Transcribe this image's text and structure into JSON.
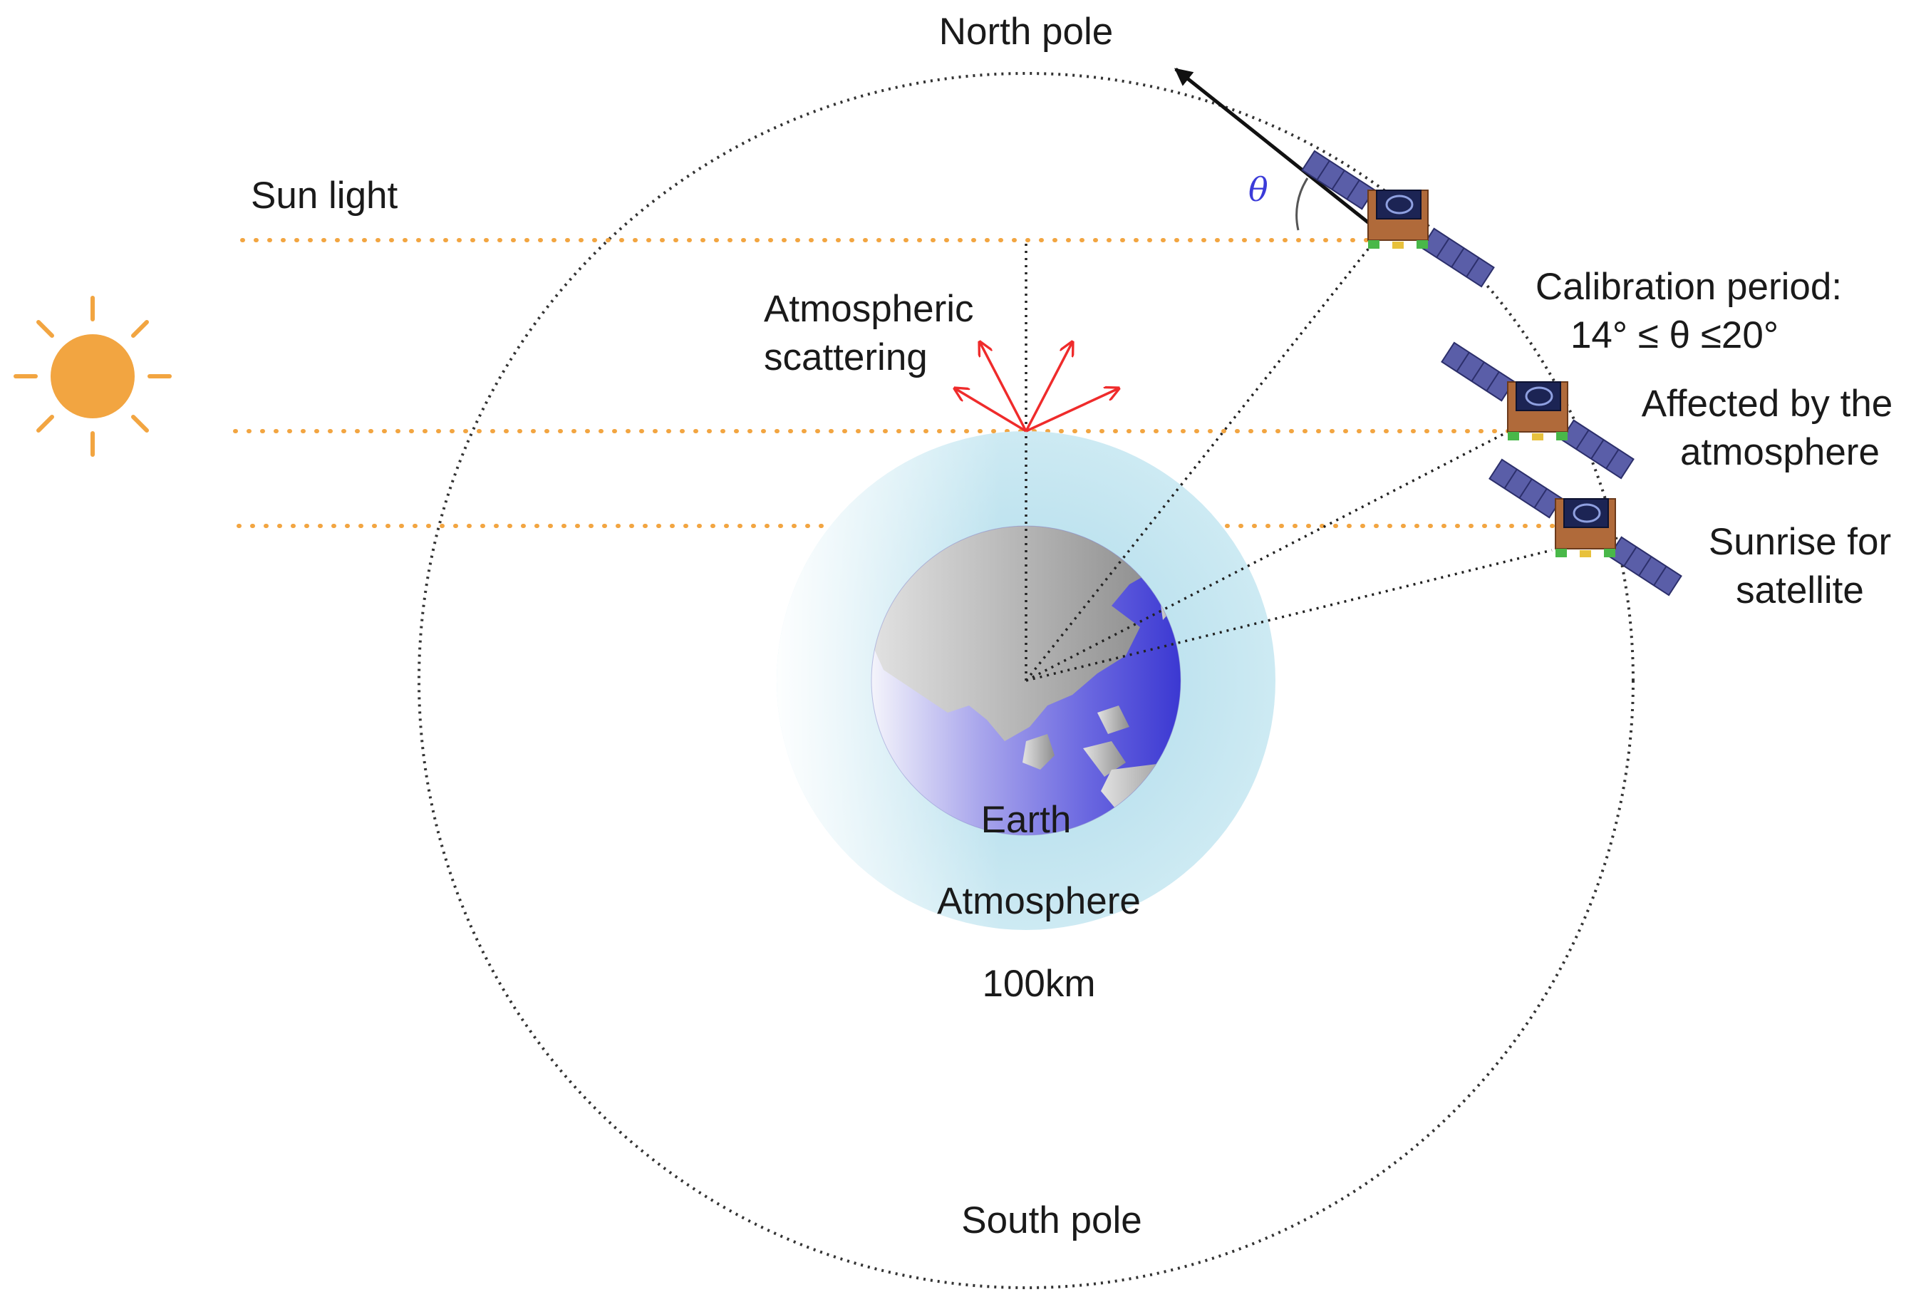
{
  "labels": {
    "north_pole": "North pole",
    "south_pole": "South pole",
    "sun_light": "Sun light",
    "atmospheric_scattering_line1": "Atmospheric",
    "atmospheric_scattering_line2": "scattering",
    "earth": "Earth",
    "atmosphere": "Atmosphere",
    "altitude": "100km",
    "theta": "θ",
    "calibration_line1": "Calibration period:",
    "calibration_line2": "14°  ≤ θ ≤20°",
    "affected_line1": "Affected by the",
    "affected_line2": "atmosphere",
    "sunrise_line1": "Sunrise for",
    "sunrise_line2": "satellite"
  },
  "colors": {
    "sun": "#f2a541",
    "sunlight_dots": "#f2a541",
    "scatter_arrows": "#ef2b2b",
    "atmosphere": "#bfe3ef",
    "earth_ocean": "#4b48d8",
    "earth_land": "#9a9a9a",
    "theta_text": "#3b3bd9",
    "orbit": "#333333",
    "satellite_panel": "#5a5ea8",
    "satellite_body": "#b06a3a"
  },
  "icons": [
    "sun-icon",
    "satellite-icon",
    "earth-icon"
  ]
}
